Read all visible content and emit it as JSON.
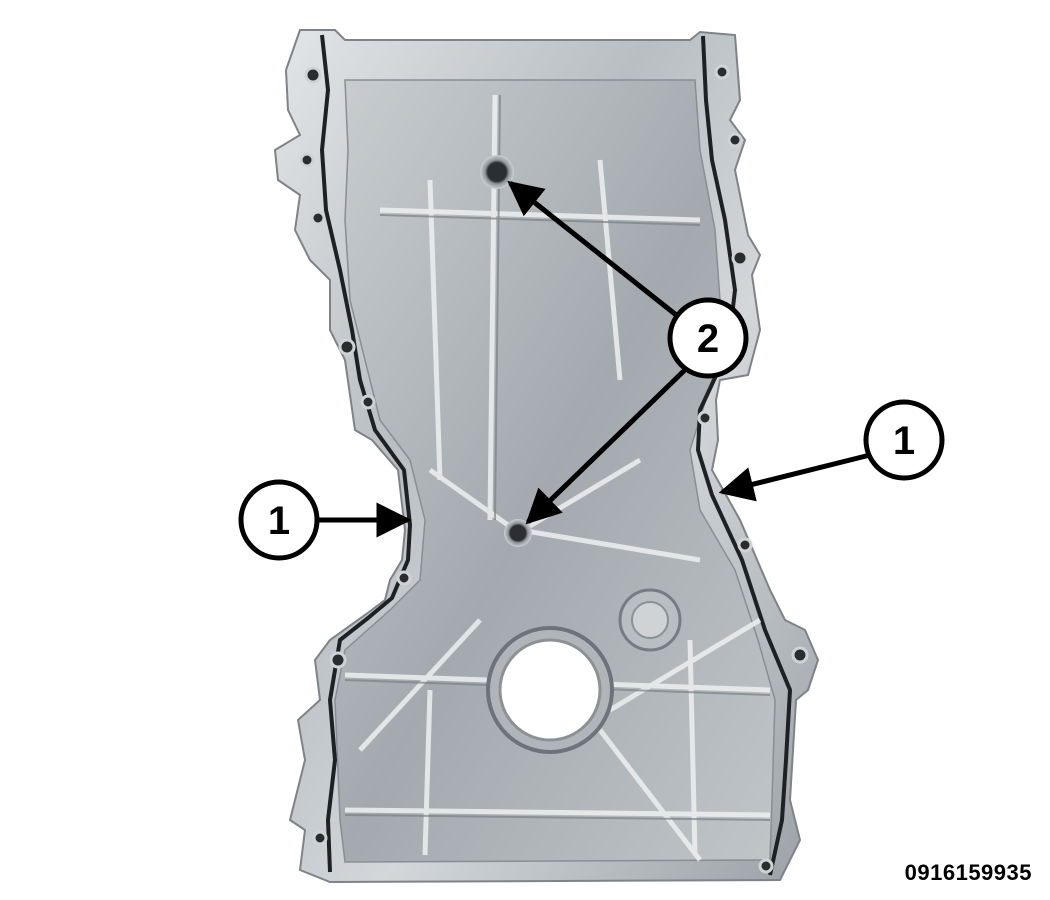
{
  "figure": {
    "subject": "engine-timing-cover-photo",
    "identifier": "0916159935"
  },
  "callouts": [
    {
      "number": "1",
      "target": "sealant-bead-left"
    },
    {
      "number": "1",
      "target": "sealant-bead-right"
    },
    {
      "number": "2",
      "target": "bolt-hole-upper-and-lower"
    }
  ],
  "colors": {
    "background": "#ffffff",
    "line": "#000000",
    "metal_light": "#d6dadd",
    "metal_mid": "#a9afb4",
    "metal_dark": "#6c7278",
    "sealant": "#1e2124"
  }
}
